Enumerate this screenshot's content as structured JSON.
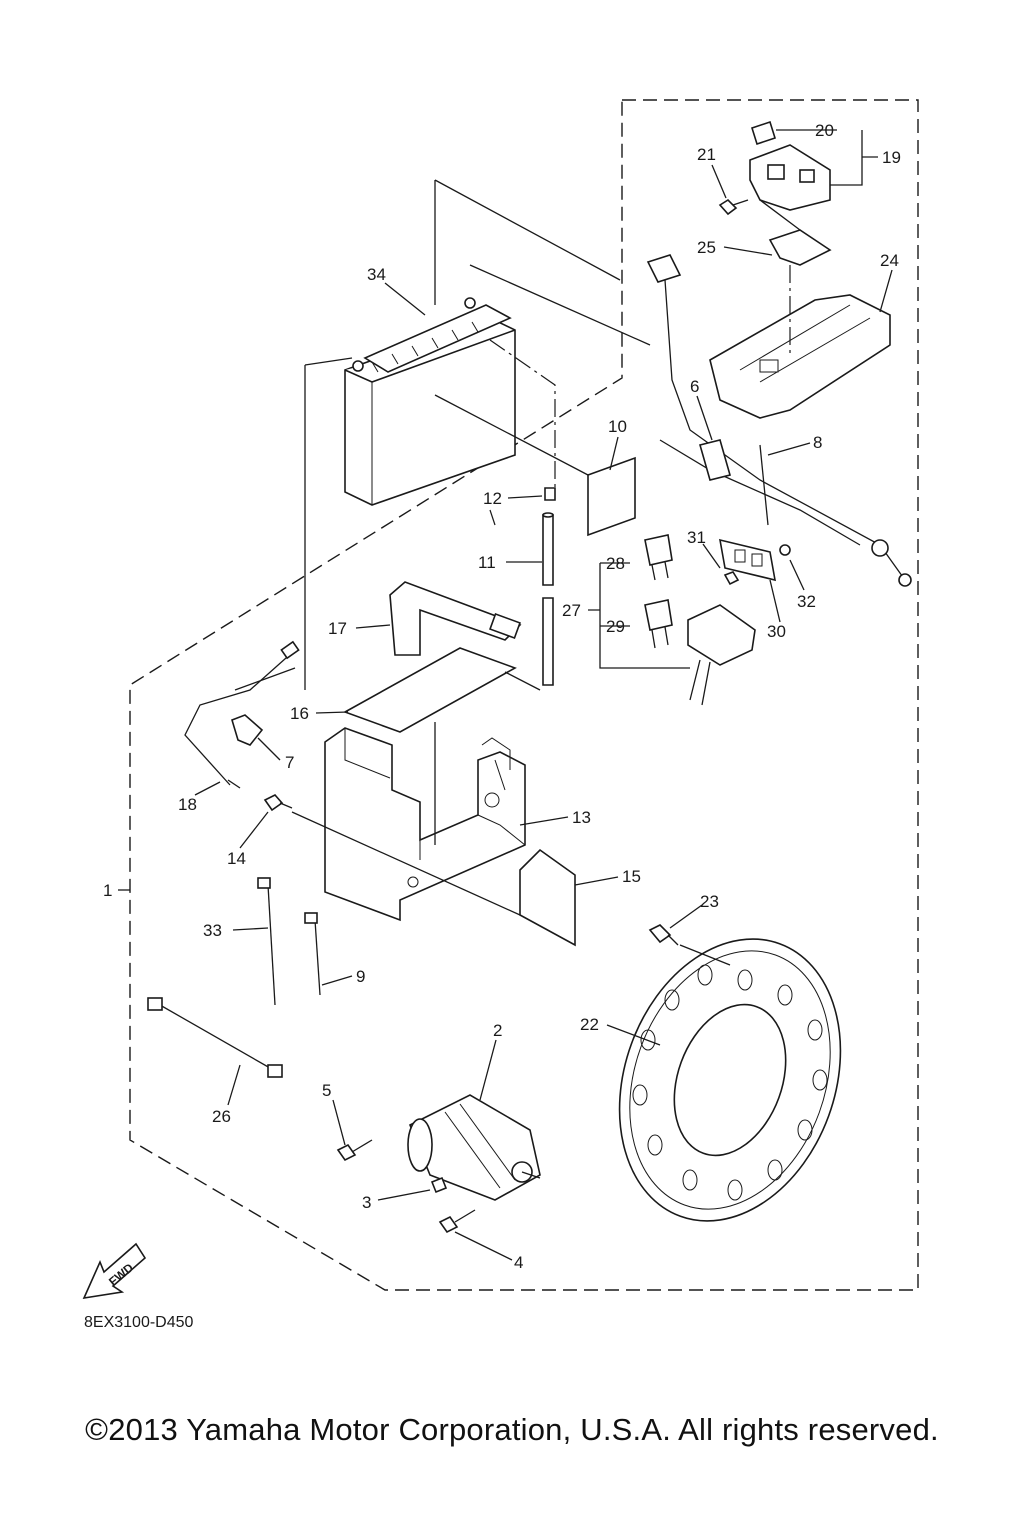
{
  "diagram_code": "8EX3100-D450",
  "copyright": "©2013 Yamaha Motor Corporation, U.S.A. All rights reserved.",
  "direction_badge": "FWD",
  "callouts": [
    "1",
    "2",
    "3",
    "4",
    "5",
    "6",
    "7",
    "8",
    "9",
    "10",
    "11",
    "12",
    "13",
    "14",
    "15",
    "16",
    "17",
    "18",
    "19",
    "20",
    "21",
    "22",
    "23",
    "24",
    "25",
    "26",
    "27",
    "28",
    "29",
    "30",
    "31",
    "32",
    "33",
    "34"
  ]
}
